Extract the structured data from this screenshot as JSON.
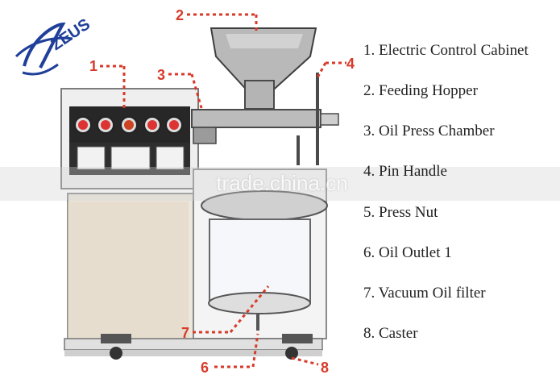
{
  "brand": {
    "logo_text": "Zeus",
    "logo_color": "#1f3f9a"
  },
  "watermark": {
    "text": "trade.china.cn"
  },
  "callouts": {
    "color": "#d83a2a",
    "items": [
      {
        "number": "1"
      },
      {
        "number": "2"
      },
      {
        "number": "3"
      },
      {
        "number": "4"
      },
      {
        "number": "6"
      },
      {
        "number": "7"
      },
      {
        "number": "8"
      }
    ]
  },
  "legend": {
    "items": [
      {
        "label": "1. Electric Control Cabinet"
      },
      {
        "label": "2. Feeding Hopper"
      },
      {
        "label": "3. Oil Press Chamber"
      },
      {
        "label": "4. Pin Handle"
      },
      {
        "label": "5. Press Nut"
      },
      {
        "label": "6. Oil Outlet 1"
      },
      {
        "label": "7. Vacuum Oil filter"
      },
      {
        "label": "8. Caster"
      }
    ]
  }
}
